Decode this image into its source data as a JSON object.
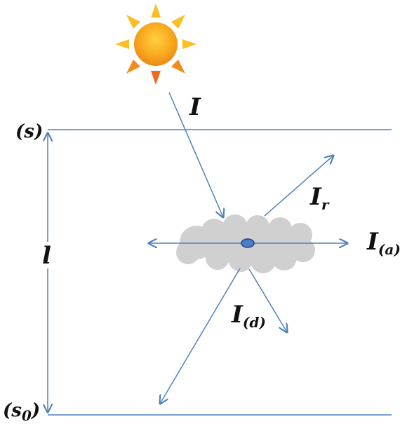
{
  "diagram": {
    "labels": {
      "top_boundary": "(s)",
      "bottom_boundary_open": "(s",
      "bottom_boundary_sub": "0",
      "bottom_boundary_close": ")",
      "path_length": "l",
      "incident": "I",
      "reflected_main": "I",
      "reflected_sub": "r",
      "absorbed_main": "I",
      "absorbed_sub": "(a)",
      "diffused_main": "I",
      "diffused_sub": "(d)"
    },
    "icons": {
      "sun": "sun-icon",
      "cloud": "cloud-icon",
      "particle": "particle-dot-icon"
    },
    "colors": {
      "line": "#4f81bd",
      "cloud": "#d0d0d0",
      "sun_core": "#f7a21b",
      "sun_ray": "#fbbf24",
      "particle": "#4f7cc7",
      "particle_stroke": "#1f3f7a"
    }
  }
}
